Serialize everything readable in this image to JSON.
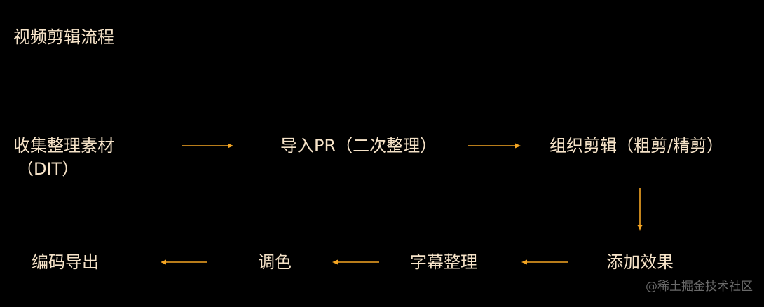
{
  "title": "视频剪辑流程",
  "steps": {
    "collect": "收集整理素材",
    "collect_sub": "（DIT）",
    "import": "导入PR（二次整理）",
    "organize": "组织剪辑（粗剪/精剪）",
    "effects": "添加效果",
    "subtitles": "字幕整理",
    "grading": "调色",
    "export": "编码导出"
  },
  "watermark": "@稀土掘金技术社区",
  "colors": {
    "background": "#000000",
    "text": "#f6e3c8",
    "arrow": "#f5a623",
    "watermark": "#6a6a6a"
  }
}
